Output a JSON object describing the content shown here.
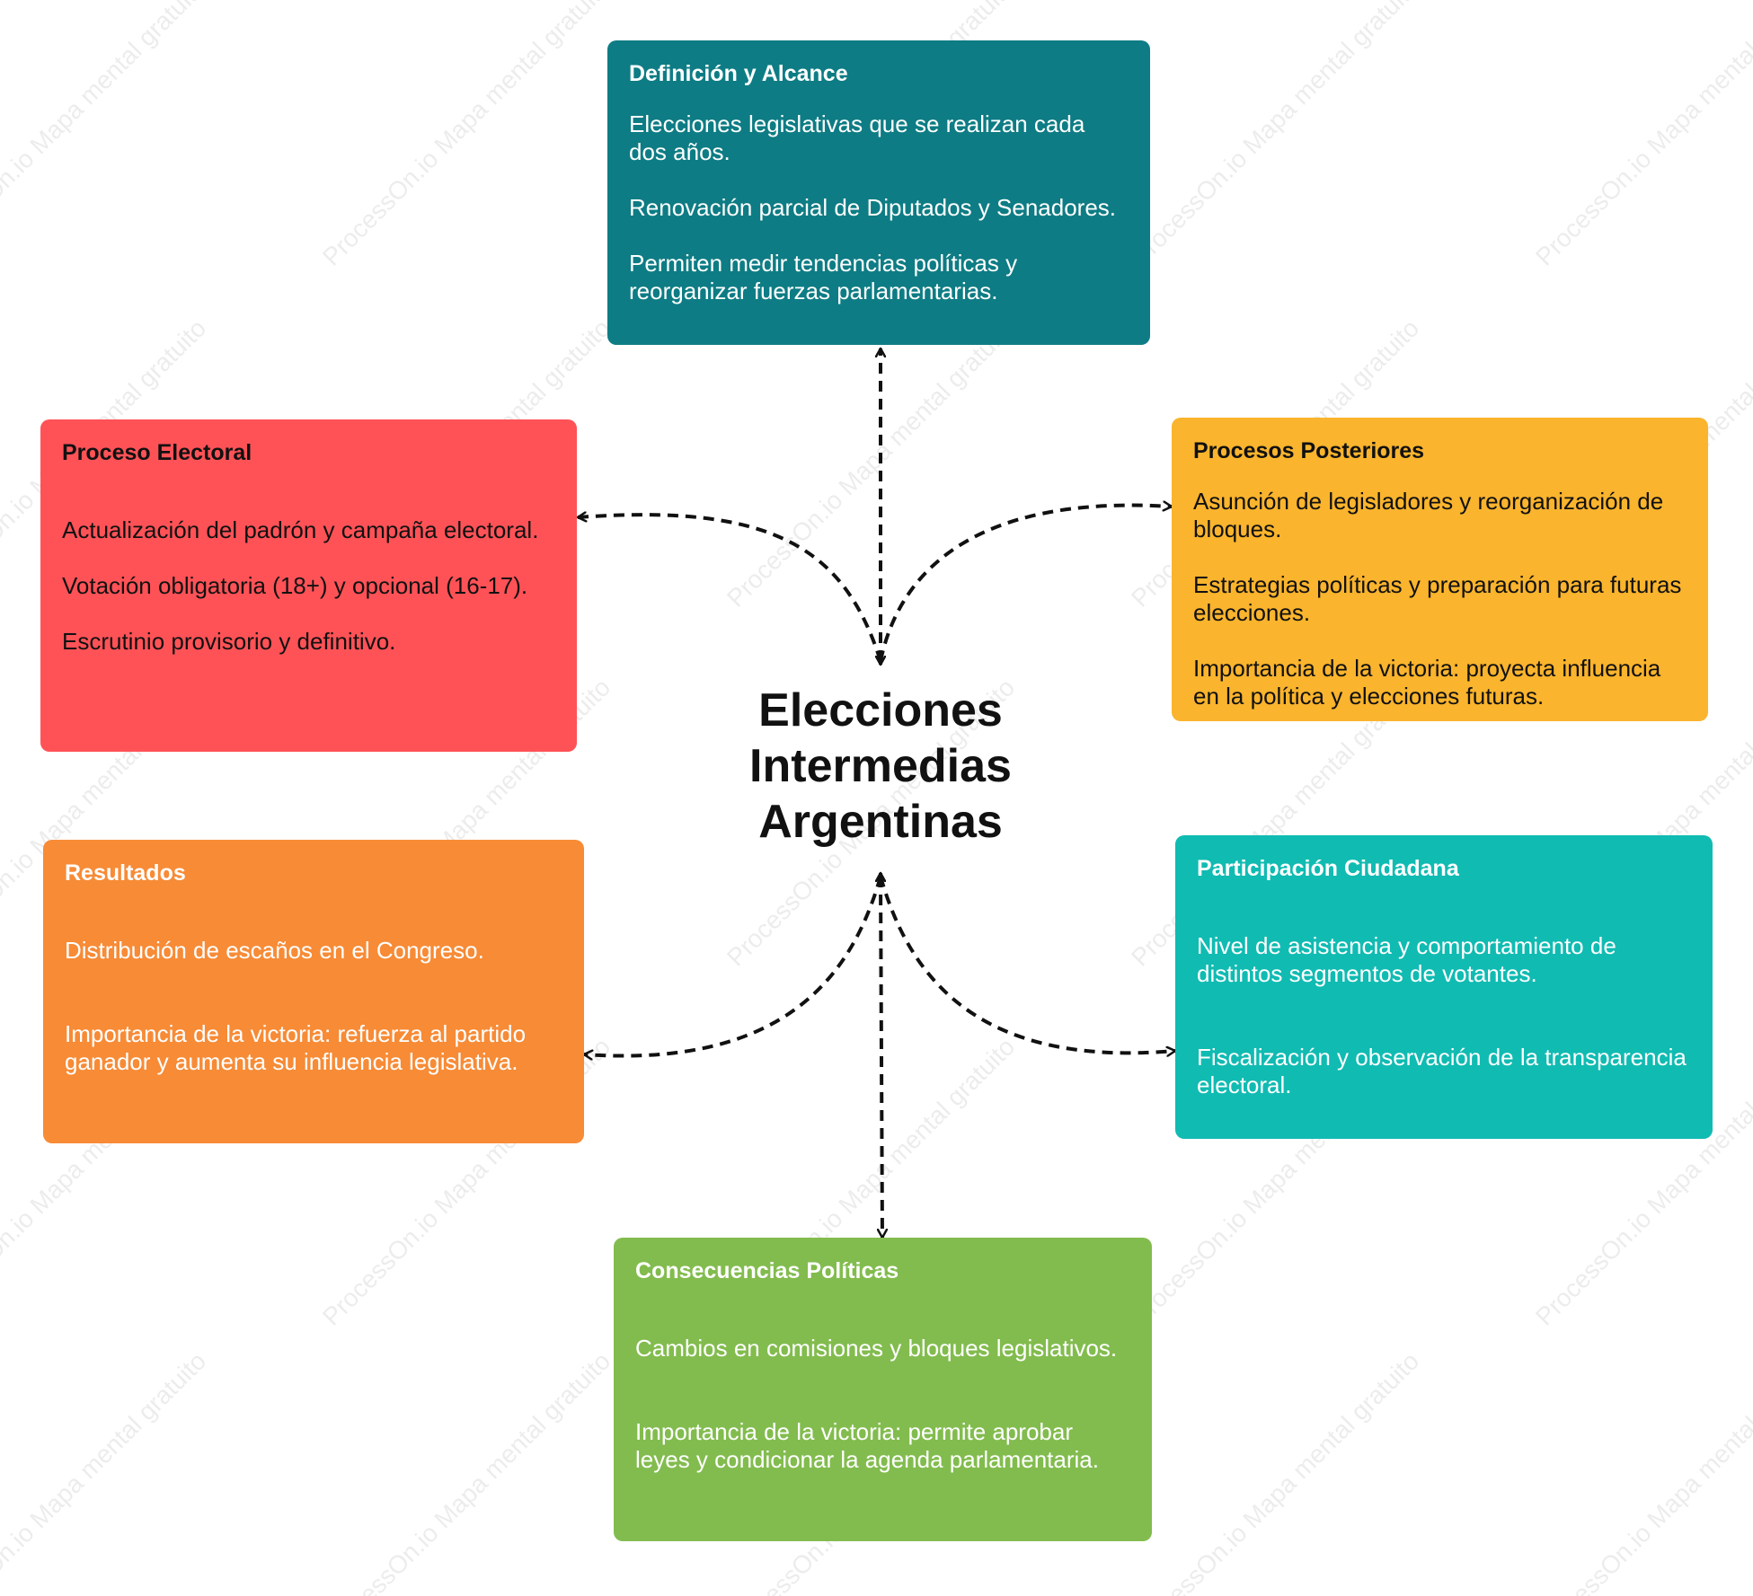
{
  "central_topic": {
    "lines": [
      "Elecciones",
      "Intermedias",
      "Argentinas"
    ]
  },
  "watermark": "ProcessOn.io Mapa mental gratuito",
  "colors": {
    "definicion": "#0e7c84",
    "proceso": "#ff5257",
    "posteriores": "#fab42d",
    "resultados": "#f78b36",
    "participacion": "#10bbb2",
    "consecuencias": "#82bc4e",
    "connector": "#111111"
  },
  "nodes": {
    "definicion": {
      "title": "Definición y Alcance",
      "items": [
        "Elecciones legislativas que se realizan cada dos años.",
        "Renovación parcial de Diputados y Senadores.",
        "Permiten medir tendencias políticas y reorganizar fuerzas parlamentarias."
      ]
    },
    "proceso": {
      "title": "Proceso Electoral",
      "items": [
        "Actualización del padrón y campaña electoral.",
        "Votación obligatoria (18+) y opcional (16-17).",
        "Escrutinio provisorio y definitivo."
      ]
    },
    "posteriores": {
      "title": "Procesos Posteriores",
      "items": [
        "Asunción de legisladores y reorganización de bloques.",
        "Estrategias políticas y preparación para futuras elecciones.",
        "Importancia de la victoria: proyecta influencia en la política y elecciones futuras."
      ]
    },
    "resultados": {
      "title": "Resultados",
      "items": [
        "Distribución de escaños en el Congreso.",
        "Importancia de la victoria: refuerza al partido ganador y aumenta su influencia legislativa."
      ]
    },
    "participacion": {
      "title": "Participación Ciudadana",
      "items": [
        "Nivel de asistencia y comportamiento de distintos segmentos de votantes.",
        "Fiscalización y observación de la transparencia electoral."
      ]
    },
    "consecuencias": {
      "title": "Consecuencias Políticas",
      "items": [
        "Cambios en comisiones y bloques legislativos.",
        "Importancia de la victoria: permite aprobar leyes y condicionar la agenda parlamentaria."
      ]
    }
  }
}
